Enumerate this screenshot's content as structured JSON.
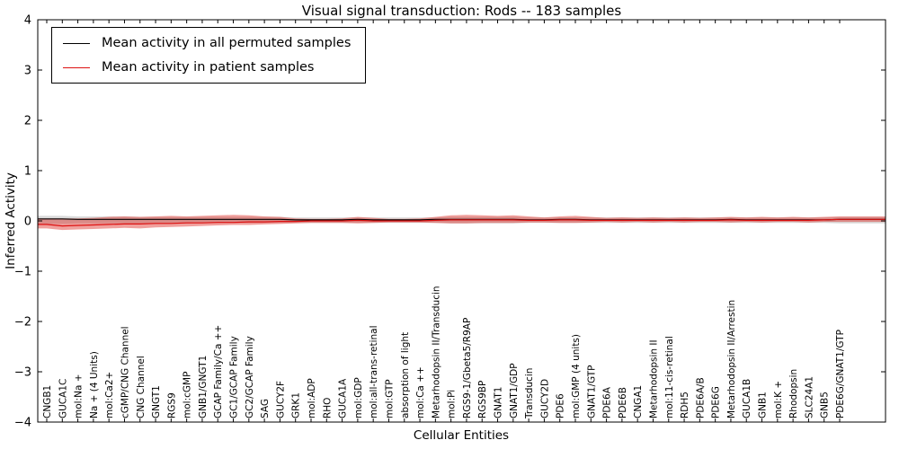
{
  "title": "Visual signal transduction: Rods -- 183 samples",
  "chart_data": {
    "type": "line",
    "title": "Visual signal transduction: Rods -- 183 samples",
    "xlabel": "Cellular Entities",
    "ylabel": "Inferred Activity",
    "ylim": [
      -4,
      4
    ],
    "grid": false,
    "legend_position": "upper left",
    "y_ticks": [
      {
        "value": 4,
        "label": "4"
      },
      {
        "value": 3,
        "label": "3"
      },
      {
        "value": 2,
        "label": "2"
      },
      {
        "value": 1,
        "label": "1"
      },
      {
        "value": 0,
        "label": "0"
      },
      {
        "value": -1,
        "label": "−1"
      },
      {
        "value": -2,
        "label": "−2"
      },
      {
        "value": -3,
        "label": "−3"
      },
      {
        "value": -4,
        "label": "−4"
      }
    ],
    "categories": [
      "CNGB1",
      "GUCA1C",
      "mol:Na +",
      "Na + (4 Units)",
      "mol:Ca2+",
      "cGMP/CNG Channel",
      "CNG Channel",
      "GNGT1",
      "RGS9",
      "mol:cGMP",
      "GNB1/GNGT1",
      "GCAP Family/Ca ++",
      "GC1/GCAP Family",
      "GC2/GCAP Family",
      "SAG",
      "GUCY2F",
      "GRK1",
      "mol:ADP",
      "RHO",
      "GUCA1A",
      "mol:GDP",
      "mol:all-trans-retinal",
      "mol:GTP",
      "absorption of light",
      "mol:Ca ++",
      "Metarhodopsin II/Transducin",
      "mol:Pi",
      "RGS9-1/Gbeta5/R9AP",
      "RGS9BP",
      "GNAT1",
      "GNAT1/GDP",
      "Transducin",
      "GUCY2D",
      "PDE6",
      "mol:GMP (4 units)",
      "GNAT1/GTP",
      "PDE6A",
      "PDE6B",
      "CNGA1",
      "Metarhodopsin II",
      "mol:11-cis-retinal",
      "RDH5",
      "PDE6A/B",
      "PDE6G",
      "Metarhodopsin II/Arrestin",
      "GUCA1B",
      "GNB1",
      "mol:K +",
      "Rhodopsin",
      "SLC24A1",
      "GNB5",
      "PDE6G/GNAT1/GTP"
    ],
    "series": [
      {
        "name": "Mean activity in all permuted samples",
        "line_color": "#000000",
        "band_color": "rgba(130,130,130,0.30)",
        "values": [
          0.04,
          0.04,
          0.03,
          0.03,
          0.03,
          0.03,
          0.03,
          0.03,
          0.03,
          0.03,
          0.03,
          0.03,
          0.03,
          0.03,
          0.03,
          0.03,
          0.02,
          0.02,
          0.02,
          0.02,
          0.03,
          0.02,
          0.02,
          0.02,
          0.02,
          0.03,
          0.03,
          0.03,
          0.03,
          0.03,
          0.03,
          0.02,
          0.02,
          0.03,
          0.03,
          0.02,
          0.02,
          0.02,
          0.02,
          0.02,
          0.02,
          0.02,
          0.02,
          0.02,
          0.03,
          0.02,
          0.02,
          0.02,
          0.02,
          0.02,
          0.02,
          0.03
        ],
        "band_upper": [
          0.1,
          0.1,
          0.09,
          0.09,
          0.09,
          0.09,
          0.08,
          0.08,
          0.08,
          0.08,
          0.08,
          0.08,
          0.08,
          0.08,
          0.08,
          0.08,
          0.07,
          0.07,
          0.07,
          0.07,
          0.07,
          0.07,
          0.07,
          0.07,
          0.07,
          0.07,
          0.08,
          0.08,
          0.08,
          0.08,
          0.08,
          0.07,
          0.07,
          0.07,
          0.07,
          0.07,
          0.07,
          0.07,
          0.07,
          0.07,
          0.07,
          0.07,
          0.07,
          0.07,
          0.07,
          0.07,
          0.07,
          0.07,
          0.07,
          0.07,
          0.07,
          0.08
        ],
        "band_lower": [
          -0.06,
          -0.06,
          -0.05,
          -0.05,
          -0.05,
          -0.05,
          -0.05,
          -0.05,
          -0.05,
          -0.05,
          -0.04,
          -0.04,
          -0.04,
          -0.04,
          -0.04,
          -0.04,
          -0.04,
          -0.04,
          -0.04,
          -0.04,
          -0.04,
          -0.04,
          -0.04,
          -0.04,
          -0.04,
          -0.04,
          -0.05,
          -0.05,
          -0.05,
          -0.05,
          -0.05,
          -0.04,
          -0.04,
          -0.04,
          -0.04,
          -0.04,
          -0.04,
          -0.04,
          -0.04,
          -0.04,
          -0.04,
          -0.04,
          -0.04,
          -0.04,
          -0.04,
          -0.04,
          -0.04,
          -0.04,
          -0.04,
          -0.04,
          -0.04,
          -0.05
        ]
      },
      {
        "name": "Mean activity in patient samples",
        "line_color": "#dd1111",
        "band_color": "rgba(222,45,38,0.45)",
        "values": [
          -0.07,
          -0.1,
          -0.09,
          -0.08,
          -0.07,
          -0.06,
          -0.06,
          -0.05,
          -0.05,
          -0.04,
          -0.04,
          -0.03,
          -0.03,
          -0.02,
          -0.02,
          -0.01,
          -0.01,
          0.0,
          0.0,
          0.0,
          0.01,
          0.0,
          0.0,
          0.0,
          0.0,
          0.01,
          0.02,
          0.02,
          0.02,
          0.02,
          0.02,
          0.01,
          0.01,
          0.02,
          0.02,
          0.01,
          0.01,
          0.01,
          0.01,
          0.01,
          0.01,
          0.01,
          0.01,
          0.01,
          0.02,
          0.01,
          0.01,
          0.01,
          0.01,
          0.01,
          0.02,
          0.03
        ],
        "band_upper": [
          0.05,
          0.05,
          0.05,
          0.06,
          0.08,
          0.09,
          0.08,
          0.09,
          0.1,
          0.09,
          0.1,
          0.11,
          0.12,
          0.11,
          0.09,
          0.08,
          0.05,
          0.04,
          0.04,
          0.05,
          0.08,
          0.06,
          0.04,
          0.04,
          0.05,
          0.08,
          0.11,
          0.12,
          0.11,
          0.1,
          0.11,
          0.09,
          0.07,
          0.09,
          0.1,
          0.08,
          0.06,
          0.07,
          0.06,
          0.07,
          0.06,
          0.07,
          0.06,
          0.07,
          0.08,
          0.07,
          0.08,
          0.07,
          0.08,
          0.07,
          0.08,
          0.09
        ],
        "band_lower": [
          -0.15,
          -0.18,
          -0.17,
          -0.16,
          -0.15,
          -0.14,
          -0.15,
          -0.13,
          -0.12,
          -0.11,
          -0.1,
          -0.09,
          -0.08,
          -0.08,
          -0.07,
          -0.06,
          -0.05,
          -0.04,
          -0.04,
          -0.04,
          -0.05,
          -0.04,
          -0.03,
          -0.03,
          -0.03,
          -0.04,
          -0.05,
          -0.05,
          -0.04,
          -0.04,
          -0.04,
          -0.03,
          -0.03,
          -0.04,
          -0.04,
          -0.03,
          -0.02,
          -0.03,
          -0.02,
          -0.03,
          -0.02,
          -0.03,
          -0.02,
          -0.02,
          -0.03,
          -0.02,
          -0.03,
          -0.02,
          -0.02,
          -0.03,
          -0.02,
          -0.02
        ]
      }
    ]
  }
}
